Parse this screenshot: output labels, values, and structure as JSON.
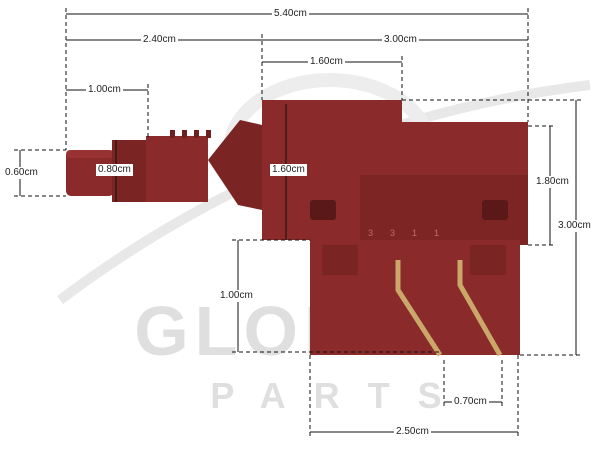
{
  "watermark": {
    "brand_top": "GLOBAL",
    "brand_bottom": "PARTS"
  },
  "product": {
    "colors": {
      "body": "#8b2a2a",
      "body_dark": "#6e1f1f",
      "body_shadow": "#5a1818",
      "pins": "#c9a86a",
      "dimension_lines": "#111111",
      "watermark": "#d9d9d9"
    },
    "pin_labels": [
      "3",
      "3",
      "1",
      "1"
    ]
  },
  "dimensions": {
    "total_length": "5.40cm",
    "plunger_section": "2.40cm",
    "body_length": "3.00cm",
    "top_step": "1.60cm",
    "plunger_tip": "1.00cm",
    "plunger_diameter": "0.60cm",
    "plunger_collar": "0.80cm",
    "body_front_height": "1.60cm",
    "body_upper_height": "1.80cm",
    "body_total_height": "3.00cm",
    "base_height": "1.00cm",
    "pin_spacing": "0.70cm",
    "base_width": "2.50cm"
  }
}
